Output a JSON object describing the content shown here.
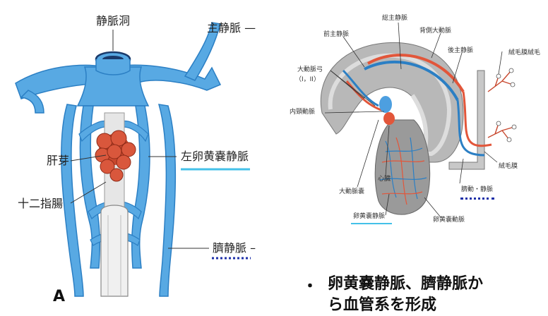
{
  "left_figure": {
    "panel_letter": "A",
    "labels": {
      "venous_sinus": "静脈洞",
      "main_vein": "主静脈 —",
      "liver_bud": "肝芽",
      "left_vitelline_vein": "左卵黄嚢静脈",
      "duodenum": "十二指腸",
      "umbilical_vein": "臍静脈 –"
    }
  },
  "right_figure": {
    "labels": {
      "common_cardinal": "総主静脈",
      "anterior_cardinal": "前主静脈",
      "dorsal_aorta": "背側大動脈",
      "posterior_cardinal": "後主静脈",
      "aortic_arches": "大動脈弓",
      "aortic_arches_num": "（I，II）",
      "chorionic_villi": "絨毛膜絨毛",
      "internal_carotid": "内頸動脈",
      "heart": "心臓",
      "aortic_sac": "大動脈嚢",
      "chorion": "絨毛膜",
      "umbilical_av": "臍動・静脈",
      "vitelline_vein": "卵黄嚢静脈",
      "vitelline_artery": "卵黄嚢動脈"
    }
  },
  "bullet": {
    "mark": "・",
    "line1": "卵黄嚢静脈、臍静脈か",
    "line2": "ら血管系を形成"
  },
  "colors": {
    "vein_blue": "#58a9e3",
    "vein_dark": "#2b7fc4",
    "artery_red": "#e2563a",
    "liver_red": "#c8482e",
    "underline_cyan": "#43c0e8",
    "underline_navy": "#1d2fa8"
  }
}
